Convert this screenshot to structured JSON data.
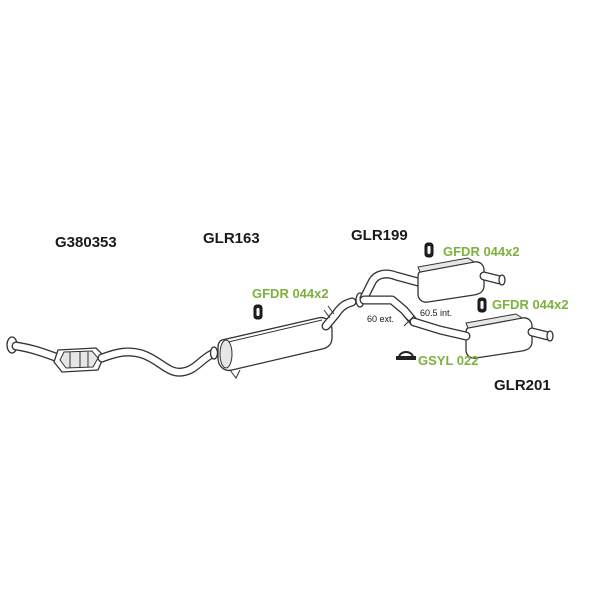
{
  "parts": {
    "catalyst": "G380353",
    "middle_silencer": "GLR163",
    "front_y_pipe": "GLR199",
    "rear_silencers": "GLR201"
  },
  "accessories": {
    "hanger_middle": "GFDR 044x2",
    "hanger_rear_upper": "GFDR 044x2",
    "hanger_rear_lower": "GFDR 044x2",
    "clamp": "GSYL 022"
  },
  "notes": {
    "external_diameter": "60 ext.",
    "internal_diameter": "60.5 int."
  },
  "colors": {
    "part_label": "#1a1a1a",
    "accessory_label": "#7db13d",
    "line": "#333333"
  }
}
